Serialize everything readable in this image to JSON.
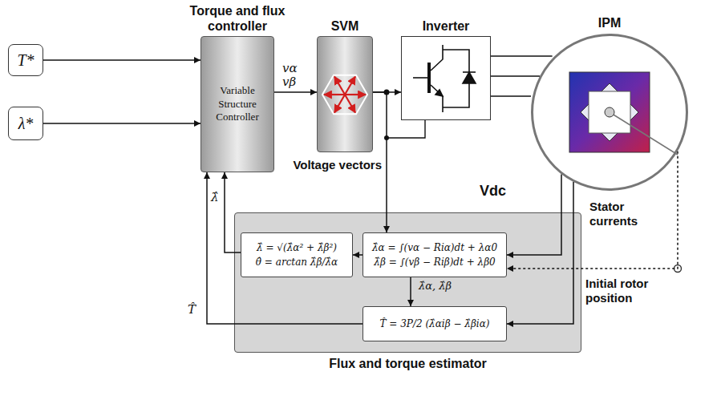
{
  "diagram": {
    "nodes": [
      {
        "text": [
          "T*"
        ]
      },
      {
        "text": [
          "λ*"
        ]
      },
      {
        "text": [
          "Torque and flux controller",
          "Variable Structure Controller"
        ]
      },
      {
        "text": [
          "SVM"
        ]
      },
      {
        "text": [
          "Inverter"
        ]
      },
      {
        "text": [
          "IPM"
        ]
      },
      {
        "text": [
          "Flux and torque estimator"
        ]
      },
      {
        "text": [
          "λ̂ = √(λ̂α² + λ̂β²)",
          "θ̂ = arctan λ̂β/λ̂α"
        ],
        "in": 6
      },
      {
        "text": [
          "λ̂α = ∫(vα − Riα)dt + λα0",
          "λ̂β = ∫(vβ − Riβ)dt + λβ0"
        ],
        "in": 6
      },
      {
        "text": [
          "T̂ = 3P/2 (λ̂αiβ − λ̂βiα)"
        ],
        "in": 6
      }
    ],
    "edges": [
      {
        "from": 0,
        "to": 2,
        "arrow": "to"
      },
      {
        "from": 1,
        "to": 2,
        "arrow": "to"
      },
      {
        "from": 2,
        "to": 3,
        "label": "vα vβ",
        "arrow": "to"
      },
      {
        "from": 3,
        "to": 4,
        "arrow": "to"
      },
      {
        "from": 4,
        "to": 5,
        "arrow": "none"
      },
      {
        "from": 3,
        "to": 8,
        "arrow": "to"
      },
      {
        "from": 5,
        "to": 8,
        "arrow": "to"
      },
      {
        "from": 5,
        "to": 9,
        "arrow": "to"
      },
      {
        "from": 5,
        "to": 8,
        "arrow": "to"
      },
      {
        "from": 8,
        "to": 7,
        "arrow": "to"
      },
      {
        "from": 8,
        "to": 9,
        "label": "λ̂α, λ̂β",
        "arrow": "to"
      },
      {
        "from": 7,
        "to": 2,
        "label": "λ̂",
        "arrow": "to"
      },
      {
        "from": 9,
        "to": 2,
        "label": "T̂",
        "arrow": "to"
      }
    ],
    "labels": [
      "Voltage vectors",
      "Vdc",
      "Stator currents",
      "Initial rotor position"
    ]
  }
}
